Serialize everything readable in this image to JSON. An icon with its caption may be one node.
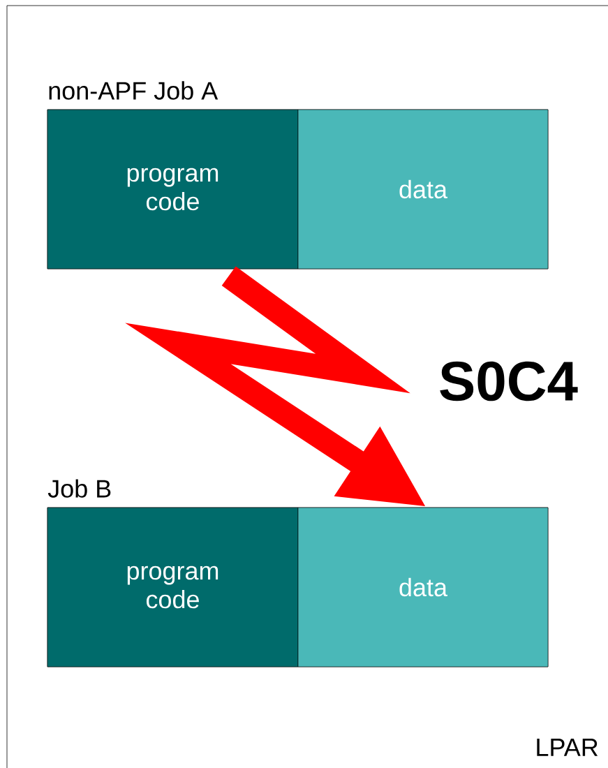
{
  "diagram": {
    "nodes": [
      {
        "text": [
          "LPAR"
        ]
      },
      {
        "text": [
          "non-APF Job A"
        ],
        "in": 0
      },
      {
        "text": [
          "program code"
        ],
        "in": 1
      },
      {
        "text": [
          "data"
        ],
        "in": 1
      },
      {
        "text": [
          "Job B"
        ],
        "in": 0
      },
      {
        "text": [
          "program code"
        ],
        "in": 4
      },
      {
        "text": [
          "data"
        ],
        "in": 4
      }
    ],
    "edges": [
      {
        "from": 1,
        "to": 6,
        "arrow": "to",
        "label": "S0C4",
        "color": "#ff0000"
      }
    ]
  }
}
